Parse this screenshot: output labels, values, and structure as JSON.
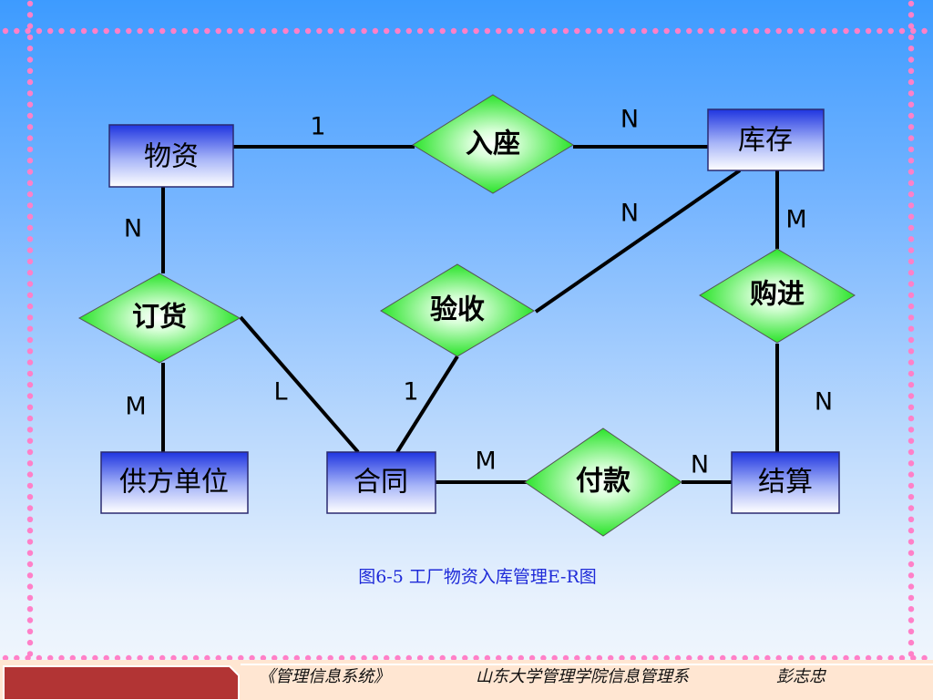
{
  "colors": {
    "background_top": "#3d9bff",
    "background_bottom": "#f4f8fd",
    "dotted_border": "#ff80c8",
    "entity_fill": "#2a3fe8",
    "relationship_fill": "#1ee61e",
    "line": "#000000",
    "caption": "#1e2ad8",
    "footer_bar": "#ffe5d0",
    "footer_tab": "#b03030"
  },
  "entities": {
    "wuzi": "物资",
    "kucun": "库存",
    "gongfang": "供方单位",
    "hetong": "合同",
    "jiesuan": "结算"
  },
  "relationships": {
    "ruzuo": "入座",
    "dinghuo": "订货",
    "yanshou": "验收",
    "goujin": "购进",
    "fukuan": "付款"
  },
  "cardinalities": {
    "wuzi_ruzuo": "1",
    "ruzuo_kucun": "N",
    "wuzi_dinghuo": "N",
    "dinghuo_gongfang": "M",
    "dinghuo_hetong": "L",
    "yanshou_kucun": "N",
    "yanshou_hetong": "1",
    "kucun_goujin": "M",
    "goujin_jiesuan": "N",
    "hetong_fukuan": "M",
    "fukuan_jiesuan": "N"
  },
  "caption": "图6-5 工厂物资入库管理E-R图",
  "footer": {
    "course": "《管理信息系统》",
    "department": "山东大学管理学院信息管理系",
    "author": "彭志忠"
  }
}
